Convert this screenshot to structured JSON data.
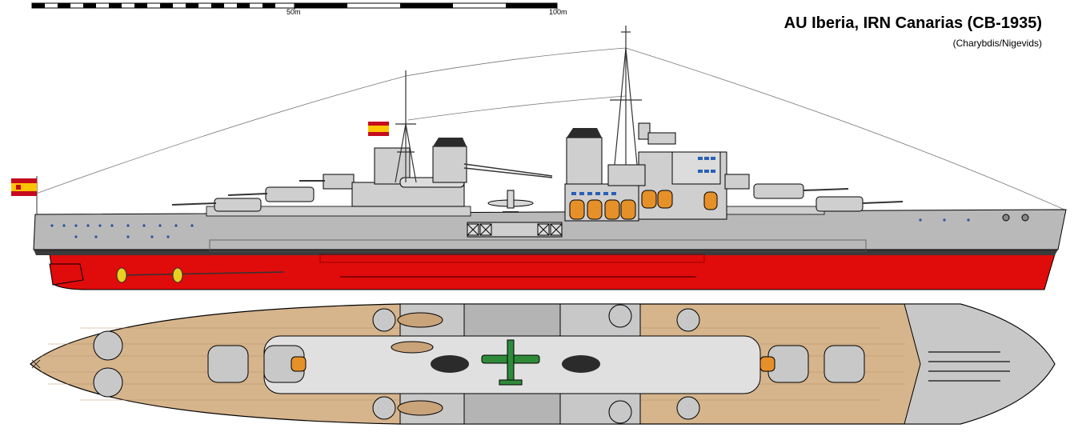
{
  "title": "AU Iberia, IRN Canarias (CB-1935)",
  "subtitle": "(Charybdis/Nigevids)",
  "scale_bar": {
    "label_mid": "50m",
    "label_end": "100m"
  },
  "colors": {
    "hull_grey": "#b9b9b9",
    "superstructure_grey": "#cfcfcf",
    "boot_top": "#3a3a3a",
    "antifouling_red": "#e00b0b",
    "deck_wood": "#d6b48c",
    "flag_red": "#c60b1e",
    "flag_yellow": "#ffc400",
    "boat_orange": "#e6902a",
    "aircraft_green": "#2f8a3a"
  },
  "icons": [
    "spanish-flag-icon",
    "propeller-icon",
    "aircraft-icon",
    "turret-icon",
    "funnel-icon",
    "lifeboat-icon"
  ]
}
